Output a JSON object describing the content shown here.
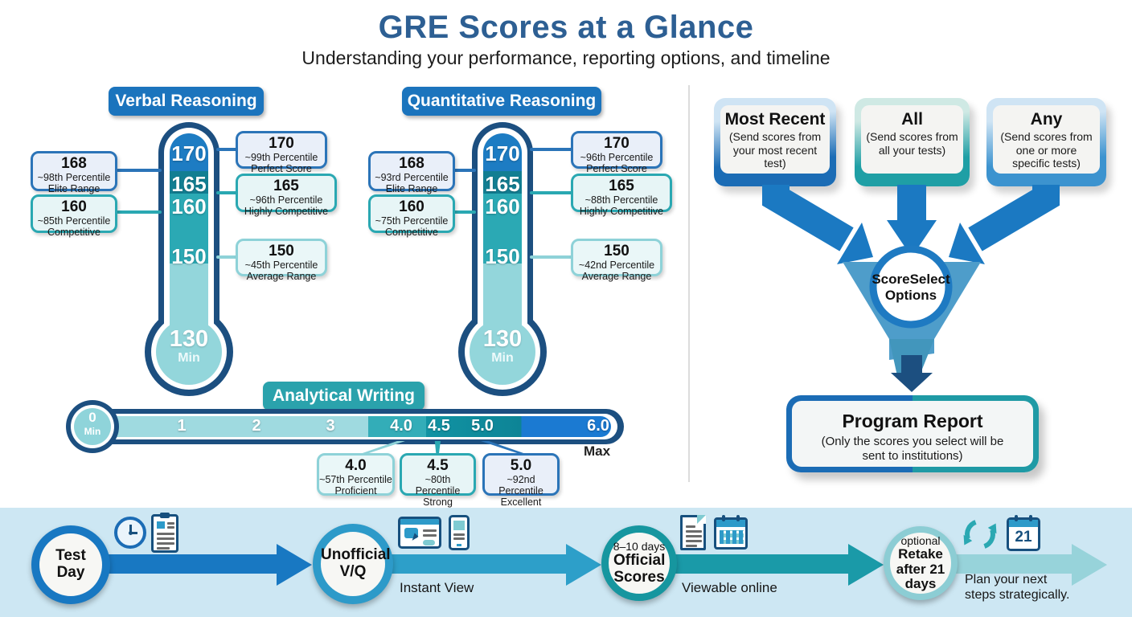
{
  "header": {
    "title": "GRE Scores at a Glance",
    "subtitle": "Understanding your performance, reporting options, and timeline"
  },
  "verbal": {
    "header": "Verbal Reasoning",
    "scale": [
      "170",
      "165",
      "160",
      "150"
    ],
    "bulb": {
      "score": "130",
      "label": "Min"
    },
    "callouts_left": [
      {
        "score": "168",
        "percentile": "~98th Percentile",
        "label": "Elite Range"
      },
      {
        "score": "160",
        "percentile": "~85th Percentile",
        "label": "Competitive"
      }
    ],
    "callouts_right": [
      {
        "score": "170",
        "percentile": "~99th Percentile",
        "label": "Perfect Score"
      },
      {
        "score": "165",
        "percentile": "~96th Percentile",
        "label": "Highly Competitive"
      },
      {
        "score": "150",
        "percentile": "~45th Percentile",
        "label": "Average Range"
      }
    ]
  },
  "quant": {
    "header": "Quantitative Reasoning",
    "scale": [
      "170",
      "165",
      "160",
      "150"
    ],
    "bulb": {
      "score": "130",
      "label": "Min"
    },
    "callouts_left": [
      {
        "score": "168",
        "percentile": "~93rd Percentile",
        "label": "Elite Range"
      },
      {
        "score": "160",
        "percentile": "~75th Percentile",
        "label": "Competitive"
      }
    ],
    "callouts_right": [
      {
        "score": "170",
        "percentile": "~96th Percentile",
        "label": "Perfect Score"
      },
      {
        "score": "165",
        "percentile": "~88th Percentile",
        "label": "Highly Competitive"
      },
      {
        "score": "150",
        "percentile": "~42nd Percentile",
        "label": "Average Range"
      }
    ]
  },
  "writing": {
    "header": "Analytical Writing",
    "min": {
      "score": "0",
      "label": "Min"
    },
    "ticks": [
      "1",
      "2",
      "3",
      "4.0",
      "4.5",
      "5.0",
      "6.0"
    ],
    "max_label": "Max",
    "callouts": [
      {
        "score": "4.0",
        "percentile": "~57th Percentile",
        "label": "Proficient"
      },
      {
        "score": "4.5",
        "percentile": "~80th Percentile",
        "label": "Strong"
      },
      {
        "score": "5.0",
        "percentile": "~92nd Percentile",
        "label": "Excellent"
      }
    ]
  },
  "score_select": {
    "options": [
      {
        "title": "Most Recent",
        "desc": "(Send scores from your most recent test)"
      },
      {
        "title": "All",
        "desc": "(Send scores from all your tests)"
      },
      {
        "title": "Any",
        "desc": "(Send scores from one or more specific tests)"
      }
    ],
    "hub_line1": "ScoreSelect",
    "hub_line2": "Options",
    "report": {
      "title": "Program Report",
      "desc": "(Only the scores you select will be sent to institutions)"
    }
  },
  "timeline": {
    "steps": [
      {
        "pre": "",
        "title": "Test Day",
        "caption": ""
      },
      {
        "pre": "",
        "title": "Unofficial V/Q",
        "caption": "Instant View"
      },
      {
        "pre": "8–10 days",
        "title": "Official Scores",
        "caption": "Viewable online"
      },
      {
        "pre": "optional",
        "title": "Retake after 21 days",
        "caption": "Plan your next steps strategically."
      }
    ],
    "calendar_day": "21",
    "icons": [
      "clock-icon",
      "clipboard-icon",
      "browser-icon",
      "phone-icon",
      "document-icon",
      "calendar-icon",
      "refresh-icon",
      "calendar-21-icon"
    ]
  },
  "palette": {
    "title_blue": "#2d5f93",
    "header_blue": "#1b74bd",
    "teal": "#2aa8b2",
    "dark_teal": "#16969f",
    "light_teal": "#8ed2d8",
    "navy": "#1c4f80",
    "bright_blue": "#1b7ad2",
    "band_blue": "#cde7f3"
  }
}
